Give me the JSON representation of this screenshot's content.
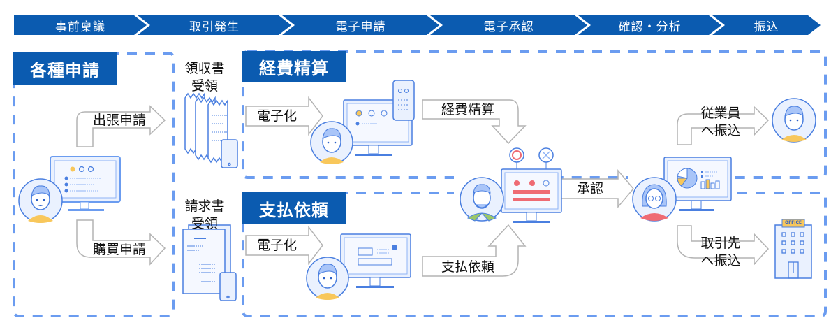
{
  "header": {
    "steps": [
      {
        "label": "事前稟議"
      },
      {
        "label": "取引発生"
      },
      {
        "label": "電子申請"
      },
      {
        "label": "電子承認"
      },
      {
        "label": "確認・分析"
      },
      {
        "label": "振込"
      }
    ]
  },
  "sections": {
    "applications": {
      "title": "各種申請",
      "business_trip": "出張申請",
      "purchase": "購買申請"
    },
    "expense": {
      "title": "経費精算",
      "receipt_line1": "領収書",
      "receipt_line2": "受領",
      "digitize": "電子化",
      "flow_label": "経費精算"
    },
    "payment": {
      "title": "支払依頼",
      "invoice_line1": "請求書",
      "invoice_line2": "受領",
      "digitize": "電子化",
      "flow_label": "支払依頼"
    },
    "approval": {
      "label": "承認"
    },
    "transfer": {
      "employee_line1": "従業員",
      "employee_line2": "へ振込",
      "vendor_line1": "取引先",
      "vendor_line2": "へ振込",
      "office_sign": "OFFICE"
    }
  },
  "colors": {
    "brand_blue": "#0b5bb0",
    "dash_blue": "#6b9cf0",
    "accent_yellow": "#f8c75b",
    "accent_red": "#ef6b73"
  }
}
